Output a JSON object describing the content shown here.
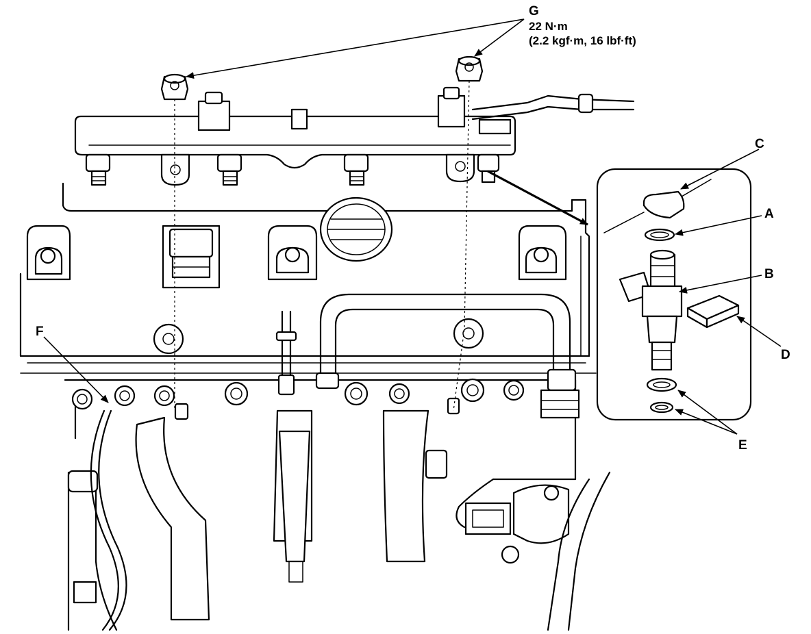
{
  "labels": {
    "a": "A",
    "b": "B",
    "c": "C",
    "d": "D",
    "e": "E",
    "f": "F",
    "g": "G"
  },
  "torque_spec": {
    "line1": "22 N·m",
    "line2": "(2.2 kgf·m, 16 lbf·ft)"
  },
  "colors": {
    "ink": "#000000",
    "paper": "#ffffff"
  }
}
